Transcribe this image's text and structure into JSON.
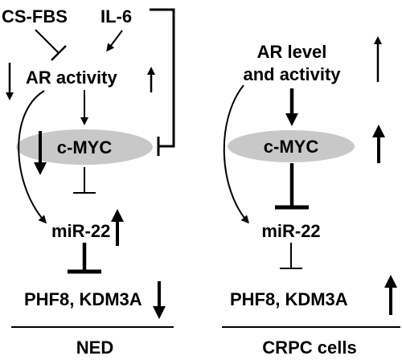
{
  "colors": {
    "ink": "#000000",
    "ellipse_fill": "#c8c8c8",
    "background": "#ffffff"
  },
  "left_panel": {
    "input_cs_fbs": "CS-FBS",
    "input_il6": "IL-6",
    "ar_activity": "AR activity",
    "cmyc": "c-MYC",
    "mir22": "miR-22",
    "targets": "PHF8, KDM3A",
    "footer": "NED"
  },
  "right_panel": {
    "ar_line1": "AR level",
    "ar_line2": "and activity",
    "cmyc": "c-MYC",
    "mir22": "miR-22",
    "targets": "PHF8, KDM3A",
    "footer": "CRPC cells"
  }
}
